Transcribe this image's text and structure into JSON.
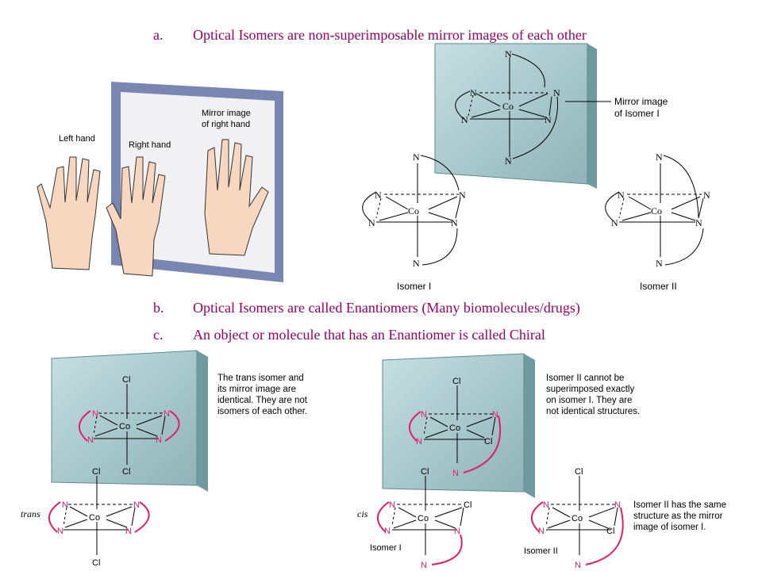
{
  "bullets": [
    {
      "marker": "a.",
      "text": "Optical Isomers are non-superimposable mirror images of each other"
    },
    {
      "marker": "b.",
      "text": "Optical Isomers are called Enantiomers (Many biomolecules/drugs)"
    },
    {
      "marker": "c.",
      "text": "An object or molecule that has an Enantiomer is called Chiral"
    }
  ],
  "hands_figure": {
    "left": "Left hand",
    "right": "Right hand",
    "mirror_l1": "Mirror image",
    "mirror_l2": "of right hand"
  },
  "top_figure": {
    "mirror_l1": "Mirror image",
    "mirror_l2": "of Isomer I",
    "isomer1": "Isomer I",
    "isomer2": "Isomer II"
  },
  "atoms": {
    "co": "Co",
    "n": "N",
    "cl": "Cl"
  },
  "trans_figure": {
    "caption": [
      "The trans isomer and",
      "its mirror image are",
      "identical. They are not",
      "isomers of each other."
    ],
    "label": "trans"
  },
  "cis_figure": {
    "caption1": [
      "Isomer II cannot be",
      "superimposed exactly",
      "on isomer I. They are",
      "not identical structures."
    ],
    "caption2": [
      "Isomer II has the same",
      "structure as the mirror",
      "image of isomer I."
    ],
    "label": "cis",
    "isomer1": "Isomer I",
    "isomer2": "Isomer II"
  },
  "colors": {
    "bullet": "#990066",
    "mirror": "#b7d3d6",
    "frame": "#7a86b2",
    "ligand_arc": "#e0206a"
  }
}
